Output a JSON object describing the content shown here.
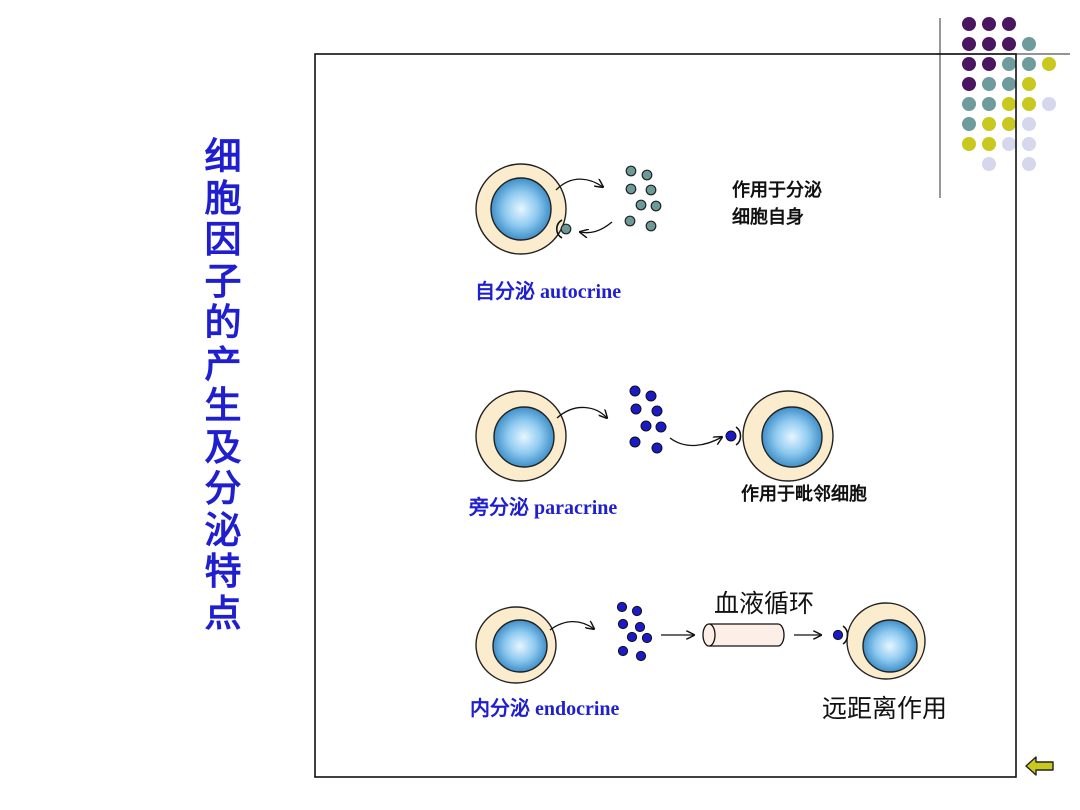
{
  "title": "细胞因子的产生及分泌特点",
  "panels": {
    "autocrine": {
      "label": "自分泌  autocrine",
      "desc_line1": "作用于分泌",
      "desc_line2": "细胞自身"
    },
    "paracrine": {
      "label": "旁分泌  paracrine",
      "desc": "作用于毗邻细胞"
    },
    "endocrine": {
      "label": "内分泌  endocrine",
      "vessel": "血液循环",
      "desc": "远距离作用"
    }
  },
  "colors": {
    "title": "#1f1fd0",
    "cell_outer": "#fbeccd",
    "cell_nucleus": "#5aa5d8",
    "factor_teal": "#6a9b99",
    "factor_blue": "#1a1ac8",
    "dot_purple": "#4b1660",
    "dot_teal": "#6e9b9b",
    "dot_yellow": "#c8c81e",
    "dot_lavender": "#d6d6ec"
  },
  "nav": {
    "back_icon": "back-arrow-icon"
  }
}
